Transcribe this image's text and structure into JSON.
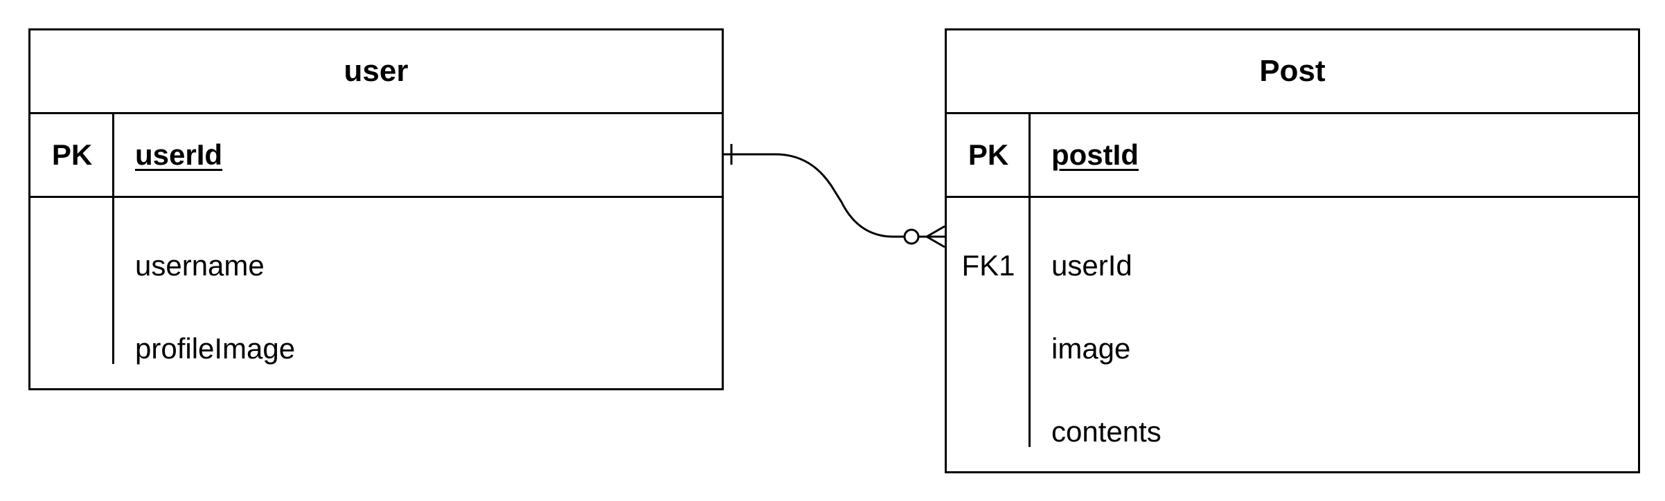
{
  "entities": {
    "user": {
      "title": "user",
      "pk": {
        "key": "PK",
        "field": "userId"
      },
      "attributes": [
        {
          "key": "",
          "field": "username"
        },
        {
          "key": "",
          "field": "profileImage"
        }
      ]
    },
    "post": {
      "title": "Post",
      "pk": {
        "key": "PK",
        "field": "postId"
      },
      "attributes": [
        {
          "key": "FK1",
          "field": "userId"
        },
        {
          "key": "",
          "field": "image"
        },
        {
          "key": "",
          "field": "contents"
        }
      ]
    }
  },
  "relationship": {
    "from": "user.userId",
    "to": "Post.userId",
    "from_cardinality": "one",
    "to_cardinality": "zero-or-many"
  }
}
